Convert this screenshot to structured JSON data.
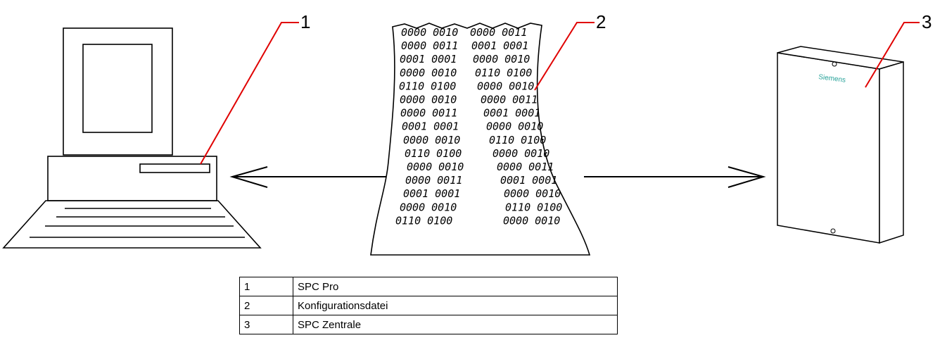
{
  "callouts": [
    "1",
    "2",
    "3"
  ],
  "device": {
    "brand": "Siemens"
  },
  "config_file": {
    "left_column": [
      "0000 0010",
      "0000 0011",
      "0001 0001",
      "0000 0010",
      "0110 0100",
      "0000 0010",
      "0000 0011",
      "0001 0001",
      "0000 0010",
      "0110 0100",
      "0000 0010",
      "0000 0011",
      "0001 0001",
      "0000 0010",
      "0110 0100"
    ],
    "right_column": [
      "0000 0011",
      "0001 0001",
      "0000 0010",
      "0110 0100",
      "0000 0010",
      "0000 0011",
      "0001 0001",
      "0000 0010",
      "0110 0100",
      "0000 0010",
      "0000 0011",
      "0001 0001",
      "0000 0010",
      "0110 0100",
      "0000 0010"
    ]
  },
  "legend": {
    "rows": [
      {
        "num": "1",
        "label": "SPC Pro"
      },
      {
        "num": "2",
        "label": "Konfigurationsdatei"
      },
      {
        "num": "3",
        "label": "SPC Zentrale"
      }
    ]
  },
  "colors": {
    "callout_line": "#e00000",
    "brand_text": "#2aa39a"
  }
}
